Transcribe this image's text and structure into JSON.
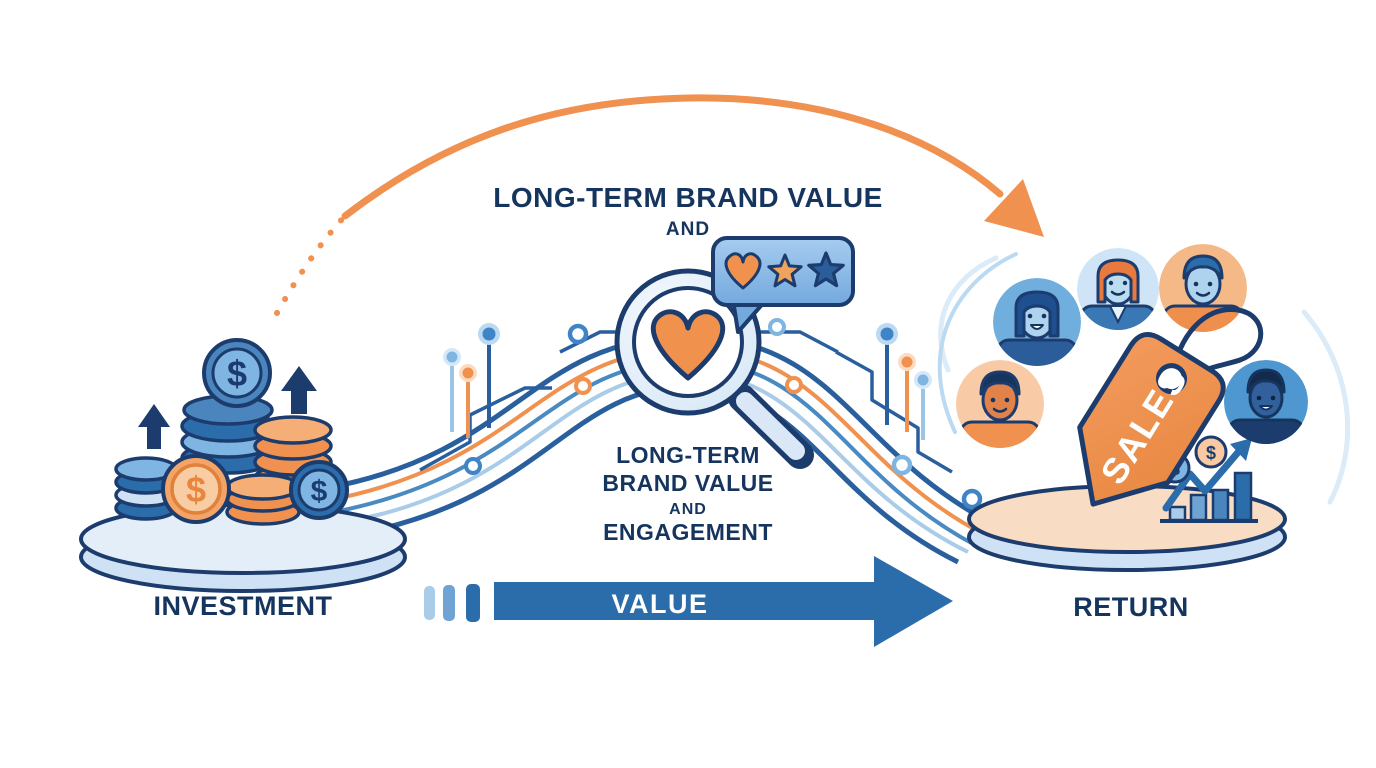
{
  "diagram": {
    "top_heading": {
      "line1": "LONG-TERM BRAND VALUE",
      "line2": "AND"
    },
    "center_caption": {
      "line1": "LONG-TERM",
      "line2": "BRAND VALUE",
      "line3": "AND",
      "line4": "ENGAGEMENT"
    },
    "stage_labels": {
      "investment": "INVESTMENT",
      "value": "VALUE",
      "return": "RETURN"
    },
    "sales_tag_label": "SALES",
    "currency_symbol": "$",
    "icons": {
      "flow": [
        "curved-arrow-icon",
        "value-arrow-icon",
        "circuit-line-icon"
      ],
      "left": [
        "coin-stack-icon",
        "dollar-coin-icon",
        "up-arrow-icon",
        "platform-icon"
      ],
      "center": [
        "magnifier-icon",
        "heart-icon",
        "rating-bubble-icon",
        "star-icon"
      ],
      "right": [
        "avatar-icon",
        "price-tag-icon",
        "bar-chart-icon",
        "trend-arrow-icon",
        "dollar-coin-icon",
        "platform-icon"
      ]
    },
    "colors": {
      "navy_outline": "#1d3c6e",
      "text_navy": "#16355e",
      "blue": "#2b6cab",
      "mid_blue": "#4a86bd",
      "sky_blue": "#7fb5e3",
      "pale_blue": "#cfe2f5",
      "platform_blue": "#e4eef9",
      "bubble_blue": "#8cbcea",
      "orange": "#f09150",
      "light_orange": "#f8c9a2",
      "peach_platform": "#f8dcc3",
      "white": "#ffffff"
    }
  }
}
